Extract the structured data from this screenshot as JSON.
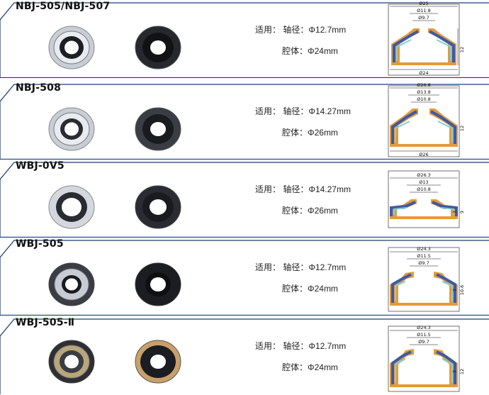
{
  "rows": [
    {
      "model": "NBJ-505/NBJ-507",
      "applicable_label": "适用：",
      "shaft_label": "轴径：",
      "shaft_value": "Φ12.7mm",
      "cavity_label": "腔体：",
      "cavity_value": "Φ24mm",
      "dims": {
        "top": "Ø25",
        "d2": "Ø11.8",
        "d3": "Ø9.7",
        "height": "12",
        "bottom": "Ø24"
      }
    },
    {
      "model": "NBJ-508",
      "applicable_label": "适用：",
      "shaft_label": "轴径：",
      "shaft_value": "Φ14.27mm",
      "cavity_label": "腔体：",
      "cavity_value": "Φ26mm",
      "dims": {
        "top": "Ø26.8",
        "d2": "Ø13.8",
        "d3": "Ø10.8",
        "height": "12",
        "bottom": "Ø26"
      }
    },
    {
      "model": "WBJ-0V5",
      "applicable_label": "适用：",
      "shaft_label": "轴径：",
      "shaft_value": "Φ14.27mm",
      "cavity_label": "腔体：",
      "cavity_value": "Φ26mm",
      "dims": {
        "top": "Ø26.3",
        "d2": "Ø13",
        "d3": "Ø10.8",
        "h1": "7",
        "h2": "9"
      }
    },
    {
      "model": "WBJ-505",
      "applicable_label": "适用：",
      "shaft_label": "轴径：",
      "shaft_value": "Φ12.7mm",
      "cavity_label": "腔体：",
      "cavity_value": "Φ24mm",
      "dims": {
        "top": "Ø24.3",
        "d2": "Ø11.5",
        "d3": "Ø9.7",
        "h1": "7",
        "h2": "10.6"
      }
    },
    {
      "model": "WBJ-505-Ⅱ",
      "applicable_label": "适用：",
      "shaft_label": "轴径：",
      "shaft_value": "Φ12.7mm",
      "cavity_label": "腔体：",
      "cavity_value": "Φ24mm",
      "dims": {
        "top": "Ø24.3",
        "d2": "Ø11.5",
        "d3": "Ø9.7",
        "h1": "7",
        "h2": "12"
      }
    }
  ],
  "colors": {
    "frame": "#1f3f73",
    "metal": "#b8bcc4",
    "rubber": "#1b1d22",
    "orange": "#e39a3c",
    "blue": "#3c5aa8",
    "cyan": "#7fd0d8"
  }
}
